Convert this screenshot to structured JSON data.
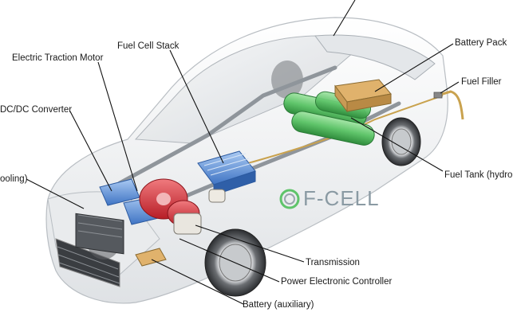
{
  "labels": {
    "electric_traction_motor": "Electric Traction Motor",
    "fuel_cell_stack": "Fuel Cell Stack",
    "battery_pack": "Battery Pack",
    "fuel_filler": "Fuel Filler",
    "dc_dc_converter": "DC/DC Converter",
    "cooling": "ooling)",
    "fuel_tank": "Fuel Tank (hydrogen",
    "transmission": "Transmission",
    "power_electronic_controller": "Power Electronic Controller",
    "battery_auxiliary": "Battery (auxiliary)"
  },
  "car_badge": "F-CELL",
  "colors": {
    "fuel_cell_stack": "#5a8fd6",
    "traction_motor": "#d8323a",
    "hydrogen_tanks": "#5fc46a",
    "battery_pack": "#d9a25a",
    "auxiliary_battery": "#e0b26c",
    "car_body": "#f2f3f4",
    "leader_line": "#111111"
  }
}
